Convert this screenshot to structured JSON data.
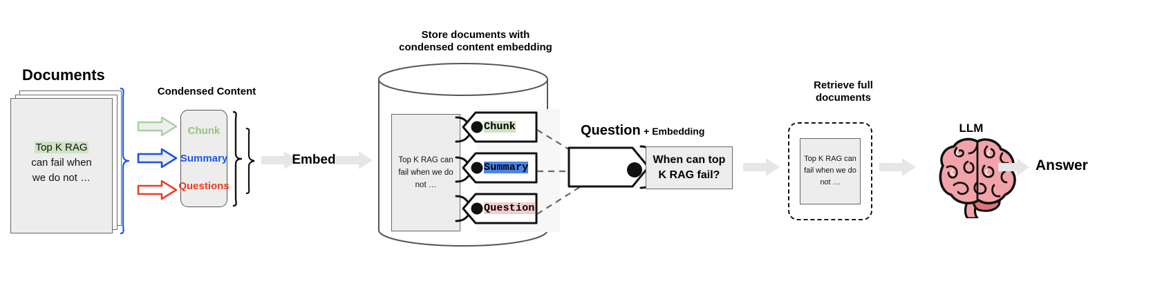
{
  "diagram": {
    "title_documents": "Documents",
    "title_condensed": "Condensed Content",
    "title_store_line1": "Store documents with",
    "title_store_line2": "condensed content embedding",
    "title_question_main": "Question",
    "title_question_sub": "+ Embedding",
    "title_retrieve_line1": "Retrieve full",
    "title_retrieve_line2": "documents",
    "title_llm": "LLM",
    "label_embed": "Embed",
    "label_answer": "Answer"
  },
  "document": {
    "highlight": "Top K RAG",
    "line2": "can fail when",
    "line3": "we do not …"
  },
  "stored_document": {
    "line1": "Top K RAG can",
    "line2": "fail when we do",
    "line3": "not …"
  },
  "retrieved_document": {
    "line1": "Top K RAG can",
    "line2": "fail when we do",
    "line3": "not …"
  },
  "condensed_content": {
    "items": [
      {
        "label": "Chunk",
        "color": "#93c47d"
      },
      {
        "label": "Summary",
        "color": "#1a56f0"
      },
      {
        "label": "Questions",
        "color": "#f03b20"
      }
    ]
  },
  "arrows": [
    {
      "name": "chunk-arrow",
      "color": "#93c47d"
    },
    {
      "name": "summary-arrow",
      "color": "#1a56f0"
    },
    {
      "name": "question-arrow",
      "color": "#f03b20"
    }
  ],
  "tags": [
    {
      "label": "Chunk",
      "highlight": "#cfe3c4"
    },
    {
      "label": "Summary",
      "highlight": "#4a86e8"
    },
    {
      "label": "Question",
      "highlight": "#f4cccc"
    }
  ],
  "query": {
    "line1": "When can top",
    "line2": "K RAG fail?"
  },
  "colors": {
    "gray_arrow": "#e6e6e6",
    "brace_blue": "#1a56f0",
    "brace_black": "#111111",
    "doc_fill": "#ededed",
    "stroke": "#666666",
    "llm_brain": "#f2a3a9"
  }
}
